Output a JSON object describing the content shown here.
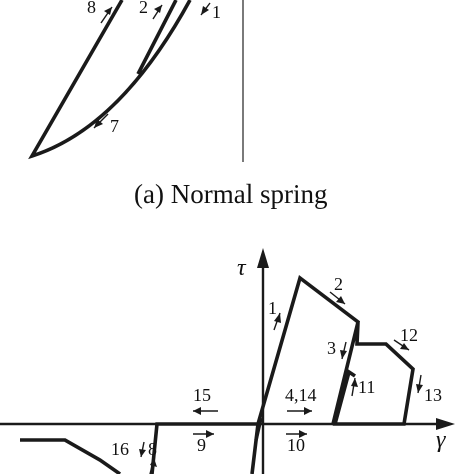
{
  "caption_a": "(a) Normal spring",
  "panel_a": {
    "path_labels": [
      "8",
      "2",
      "1",
      "7"
    ]
  },
  "panel_b": {
    "axis_y_label": "τ",
    "axis_x_label": "γ",
    "path_labels": [
      "1",
      "2",
      "3",
      "12",
      "11",
      "13",
      "15",
      "4,14",
      "9",
      "10",
      "16",
      "8"
    ]
  }
}
